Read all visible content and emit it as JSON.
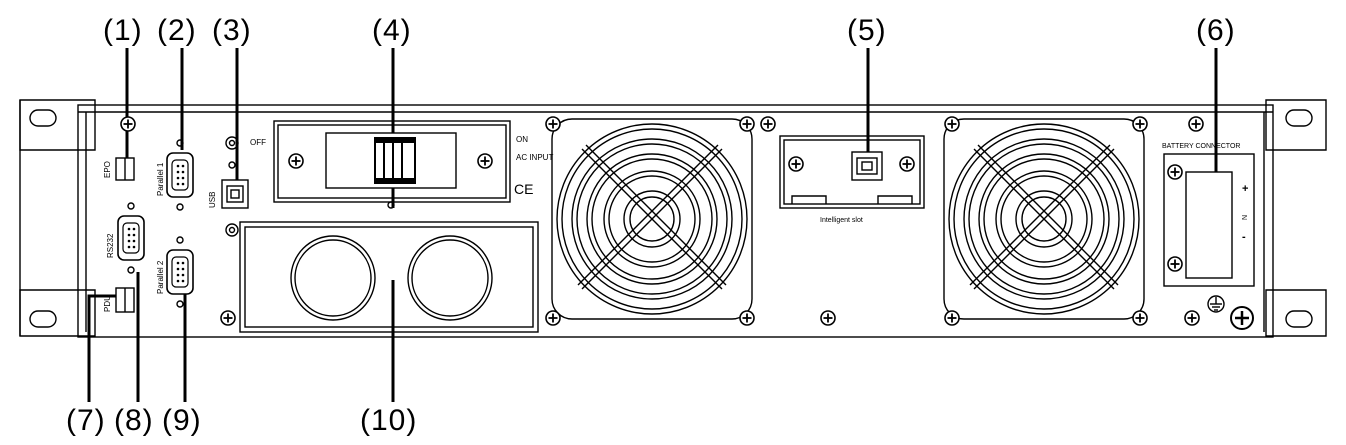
{
  "callouts": {
    "c1": "(1)",
    "c2": "(2)",
    "c3": "(3)",
    "c4": "(4)",
    "c5": "(5)",
    "c6": "(6)",
    "c7": "(7)",
    "c8": "(8)",
    "c9": "(9)",
    "c10": "(10)"
  },
  "labels": {
    "epo": "EPO",
    "parallel1": "Parallel 1",
    "parallel2": "Parallel 2",
    "usb": "USB",
    "rs232": "RS232",
    "pdu": "PDU",
    "off": "OFF",
    "on": "ON",
    "ac_input": "AC INPUT",
    "ce": "CE",
    "intelligent_slot": "Intelligent slot",
    "battery_connector": "BATTERY CONNECTOR",
    "plus": "+",
    "n": "N",
    "minus": "-"
  },
  "icons": [
    "screw-icon",
    "fan-grille-icon",
    "ground-icon",
    "db9-port-icon",
    "usb-b-port-icon",
    "breaker-switch-icon"
  ]
}
